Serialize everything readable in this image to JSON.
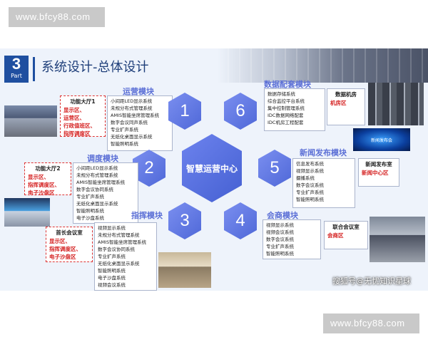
{
  "watermark": {
    "top": "www.bfcy88.com",
    "bottom": "www.bfcy88.com"
  },
  "header": {
    "part_number": "3",
    "part_label": "Part",
    "title": "系统设计-总体设计"
  },
  "center_hub": {
    "label": "智慧运营中心"
  },
  "modules": [
    {
      "number": "1",
      "name": "运营模块",
      "systems": [
        "小间距LED显示系统",
        "未规分布式管理系统",
        "AMIS智能坐席管理系统",
        "数字会议同声系统",
        "专业扩声系统",
        "无纸化桌面显示系统",
        "智能照明系统"
      ]
    },
    {
      "number": "2",
      "name": "调度模块",
      "systems": [
        "小间距LED显示系统",
        "未规分布式管理系统",
        "AMIS智能坐席管理系统",
        "数字会议协同系统",
        "专业扩声系统",
        "无纸化桌面显示系统",
        "智能照明系统",
        "电子沙盘系统"
      ]
    },
    {
      "number": "3",
      "name": "指挥模块",
      "systems": [
        "视频显示系统",
        "未规分布式管理系统",
        "AMIS智能坐席管理系统",
        "数字会议协同系统",
        "专业扩声系统",
        "无纸化桌面显示系统",
        "智能照明系统",
        "电子沙盘系统",
        "视频会议系统"
      ]
    },
    {
      "number": "4",
      "name": "会商模块",
      "systems": [
        "视频显示系统",
        "视频会议系统",
        "数字会议系统",
        "专业扩声系统",
        "智能照明系统"
      ]
    },
    {
      "number": "5",
      "name": "新闻发布模块",
      "systems": [
        "信息发布系统",
        "视频显示系统",
        "摄播系统",
        "数字会议系统",
        "专业扩声系统",
        "智能照明系统"
      ]
    },
    {
      "number": "6",
      "name": "数据配套模块",
      "systems": [
        "数据存储系统",
        "综合监控平台系统",
        "集中控制管理系统",
        "IDC数据网络配套",
        "IDC机房工程配套"
      ]
    }
  ],
  "halls": [
    {
      "title": "功能大厅1",
      "areas": [
        "显示区、",
        "运营区、",
        "行政值班区、",
        "指挥调度区"
      ]
    },
    {
      "title": "功能大厅2",
      "areas": [
        "显示区、",
        "指挥调度区、",
        "电子沙盘区"
      ]
    },
    {
      "title": "首长会议室",
      "areas": [
        "显示区、",
        "指挥调度区、",
        "电子沙盘区"
      ]
    },
    {
      "title": "联合会议室",
      "areas": [
        "会商区"
      ]
    },
    {
      "title": "新闻发布室",
      "areas": [
        "新闻中心区"
      ]
    },
    {
      "title": "数据机房",
      "areas": [
        "机房区"
      ]
    }
  ],
  "news_screen_text": "新闻发布会",
  "caption": "搜狐号@无忧知识星球",
  "colors": {
    "accent": "#1f4fa0",
    "hex": "#5b6fd6",
    "highlight": "#d52222"
  }
}
